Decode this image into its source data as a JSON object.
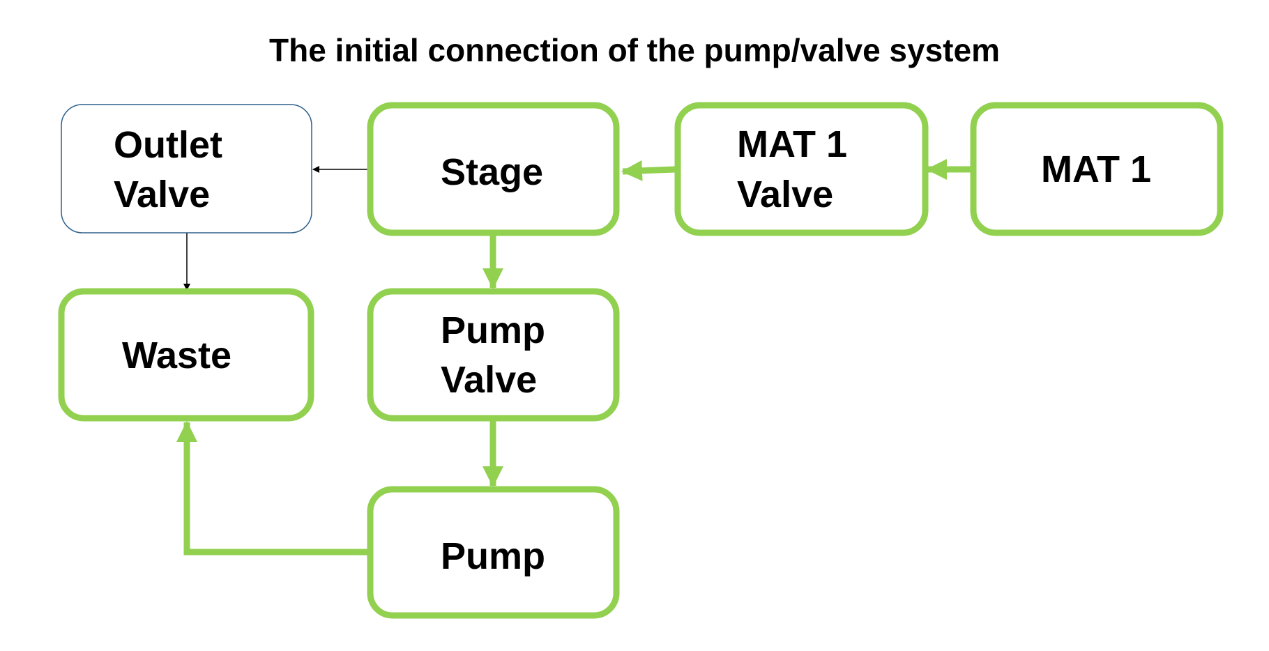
{
  "title": "The initial connection of the pump/valve system",
  "colors": {
    "accent_green": "#92D050",
    "outline_blue": "#2E5F8A",
    "connector_black": "#000000",
    "text": "#000000"
  },
  "nodes": {
    "outlet_valve": {
      "line1": "Outlet",
      "line2": "Valve"
    },
    "stage": {
      "label": "Stage"
    },
    "mat1_valve": {
      "line1": "MAT 1",
      "line2": "Valve"
    },
    "mat1": {
      "label": "MAT 1"
    },
    "waste": {
      "label": "Waste"
    },
    "pump_valve": {
      "line1": "Pump",
      "line2": "Valve"
    },
    "pump": {
      "label": "Pump"
    }
  }
}
